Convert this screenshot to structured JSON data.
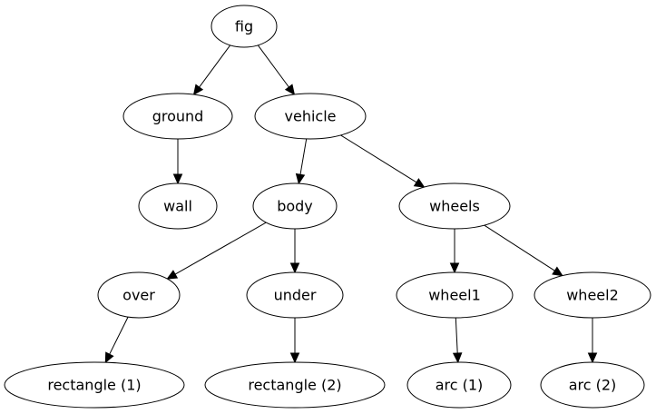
{
  "diagram": {
    "nodes": [
      {
        "id": "fig",
        "label": "fig"
      },
      {
        "id": "ground",
        "label": "ground"
      },
      {
        "id": "vehicle",
        "label": "vehicle"
      },
      {
        "id": "wall",
        "label": "wall"
      },
      {
        "id": "body",
        "label": "body"
      },
      {
        "id": "wheels",
        "label": "wheels"
      },
      {
        "id": "over",
        "label": "over"
      },
      {
        "id": "under",
        "label": "under"
      },
      {
        "id": "wheel1",
        "label": "wheel1"
      },
      {
        "id": "wheel2",
        "label": "wheel2"
      },
      {
        "id": "rect1",
        "label": "rectangle (1)"
      },
      {
        "id": "rect2",
        "label": "rectangle (2)"
      },
      {
        "id": "arc1",
        "label": "arc (1)"
      },
      {
        "id": "arc2",
        "label": "arc (2)"
      }
    ],
    "edges": [
      {
        "from": "fig",
        "to": "ground"
      },
      {
        "from": "fig",
        "to": "vehicle"
      },
      {
        "from": "ground",
        "to": "wall"
      },
      {
        "from": "vehicle",
        "to": "body"
      },
      {
        "from": "vehicle",
        "to": "wheels"
      },
      {
        "from": "body",
        "to": "over"
      },
      {
        "from": "body",
        "to": "under"
      },
      {
        "from": "wheels",
        "to": "wheel1"
      },
      {
        "from": "wheels",
        "to": "wheel2"
      },
      {
        "from": "over",
        "to": "rect1"
      },
      {
        "from": "under",
        "to": "rect2"
      },
      {
        "from": "wheel1",
        "to": "arc1"
      },
      {
        "from": "wheel2",
        "to": "arc2"
      }
    ]
  }
}
